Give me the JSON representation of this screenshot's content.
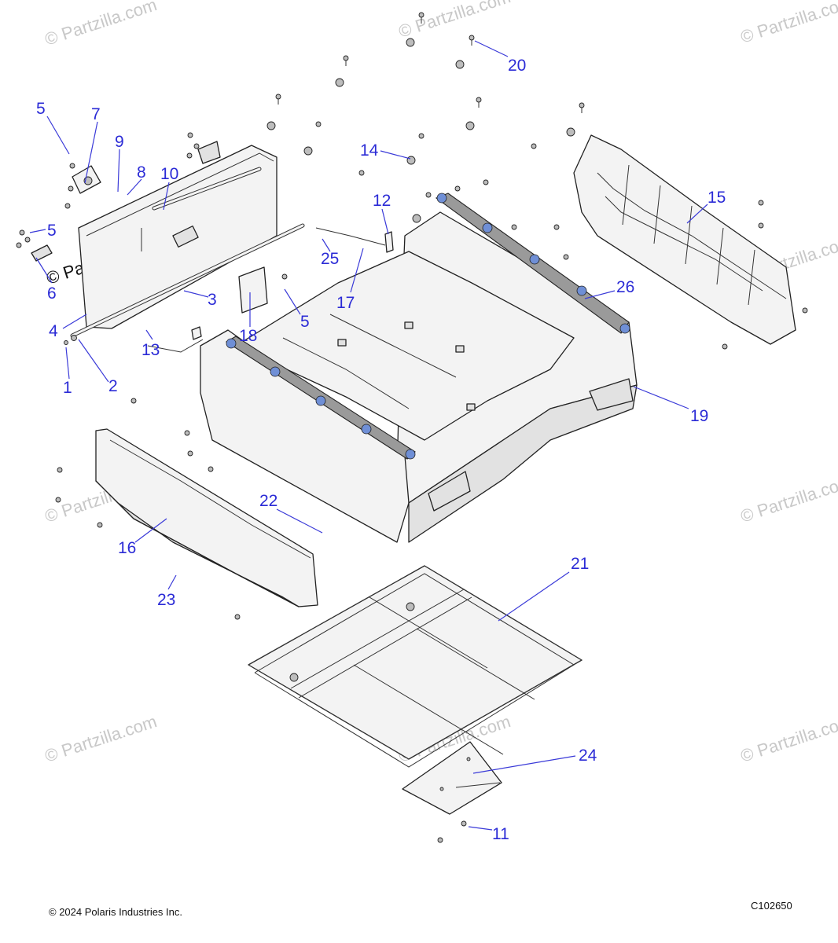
{
  "copyright": "© 2024 Polaris Industries Inc.",
  "diagram_code": "C102650",
  "watermark": "© Partzilla.com",
  "callouts": [
    {
      "id": "c1",
      "label": "1"
    },
    {
      "id": "c2",
      "label": "2"
    },
    {
      "id": "c3",
      "label": "3"
    },
    {
      "id": "c4",
      "label": "4"
    },
    {
      "id": "c5a",
      "label": "5"
    },
    {
      "id": "c5b",
      "label": "5"
    },
    {
      "id": "c5c",
      "label": "5"
    },
    {
      "id": "c6",
      "label": "6"
    },
    {
      "id": "c7",
      "label": "7"
    },
    {
      "id": "c8",
      "label": "8"
    },
    {
      "id": "c9",
      "label": "9"
    },
    {
      "id": "c10",
      "label": "10"
    },
    {
      "id": "c11",
      "label": "11"
    },
    {
      "id": "c12",
      "label": "12"
    },
    {
      "id": "c13",
      "label": "13"
    },
    {
      "id": "c14",
      "label": "14"
    },
    {
      "id": "c15",
      "label": "15"
    },
    {
      "id": "c16",
      "label": "16"
    },
    {
      "id": "c17",
      "label": "17"
    },
    {
      "id": "c18",
      "label": "18"
    },
    {
      "id": "c19",
      "label": "19"
    },
    {
      "id": "c20",
      "label": "20"
    },
    {
      "id": "c21",
      "label": "21"
    },
    {
      "id": "c22",
      "label": "22"
    },
    {
      "id": "c23",
      "label": "23"
    },
    {
      "id": "c24",
      "label": "24"
    },
    {
      "id": "c25",
      "label": "25"
    },
    {
      "id": "c26",
      "label": "26"
    }
  ]
}
